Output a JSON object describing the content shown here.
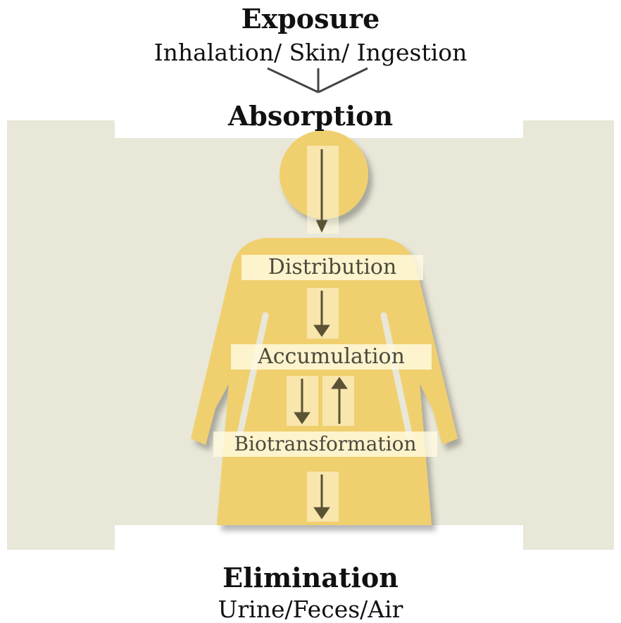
{
  "exposure": {
    "title": "Exposure",
    "routes": "Inhalation/ Skin/ Ingestion"
  },
  "absorption": {
    "title": "Absorption"
  },
  "stages": [
    "Distribution",
    "Accumulation",
    "Biotransformation"
  ],
  "elimination": {
    "title": "Elimination",
    "routes": "Urine/Feces/Air"
  },
  "colors": {
    "background_panel": "#e8e7d8",
    "body_silhouette": "#f0cf6e",
    "label_box": "#fffae1",
    "arrow": "#5a5233",
    "text": "#111111"
  },
  "icons": {
    "body": "human-silhouette-icon",
    "down_arrow": "arrow-down-icon",
    "up_arrow": "arrow-up-icon"
  }
}
